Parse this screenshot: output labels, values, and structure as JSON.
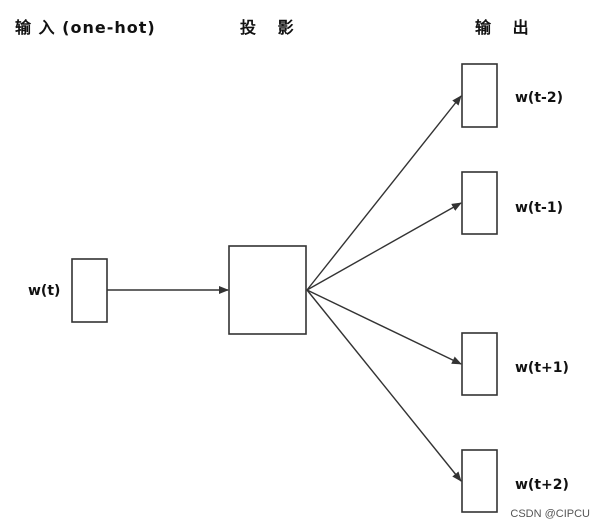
{
  "headers": {
    "input": "输 入 (one-hot)",
    "projection": "投 影",
    "output": "输 出"
  },
  "input_node": {
    "label": "w(t)"
  },
  "output_nodes": [
    {
      "label": "w(t-2)"
    },
    {
      "label": "w(t-1)"
    },
    {
      "label": "w(t+1)"
    },
    {
      "label": "w(t+2)"
    }
  ],
  "watermark": "CSDN @CIPCU",
  "colors": {
    "stroke": "#333333",
    "text": "#111111",
    "background": "#ffffff"
  }
}
